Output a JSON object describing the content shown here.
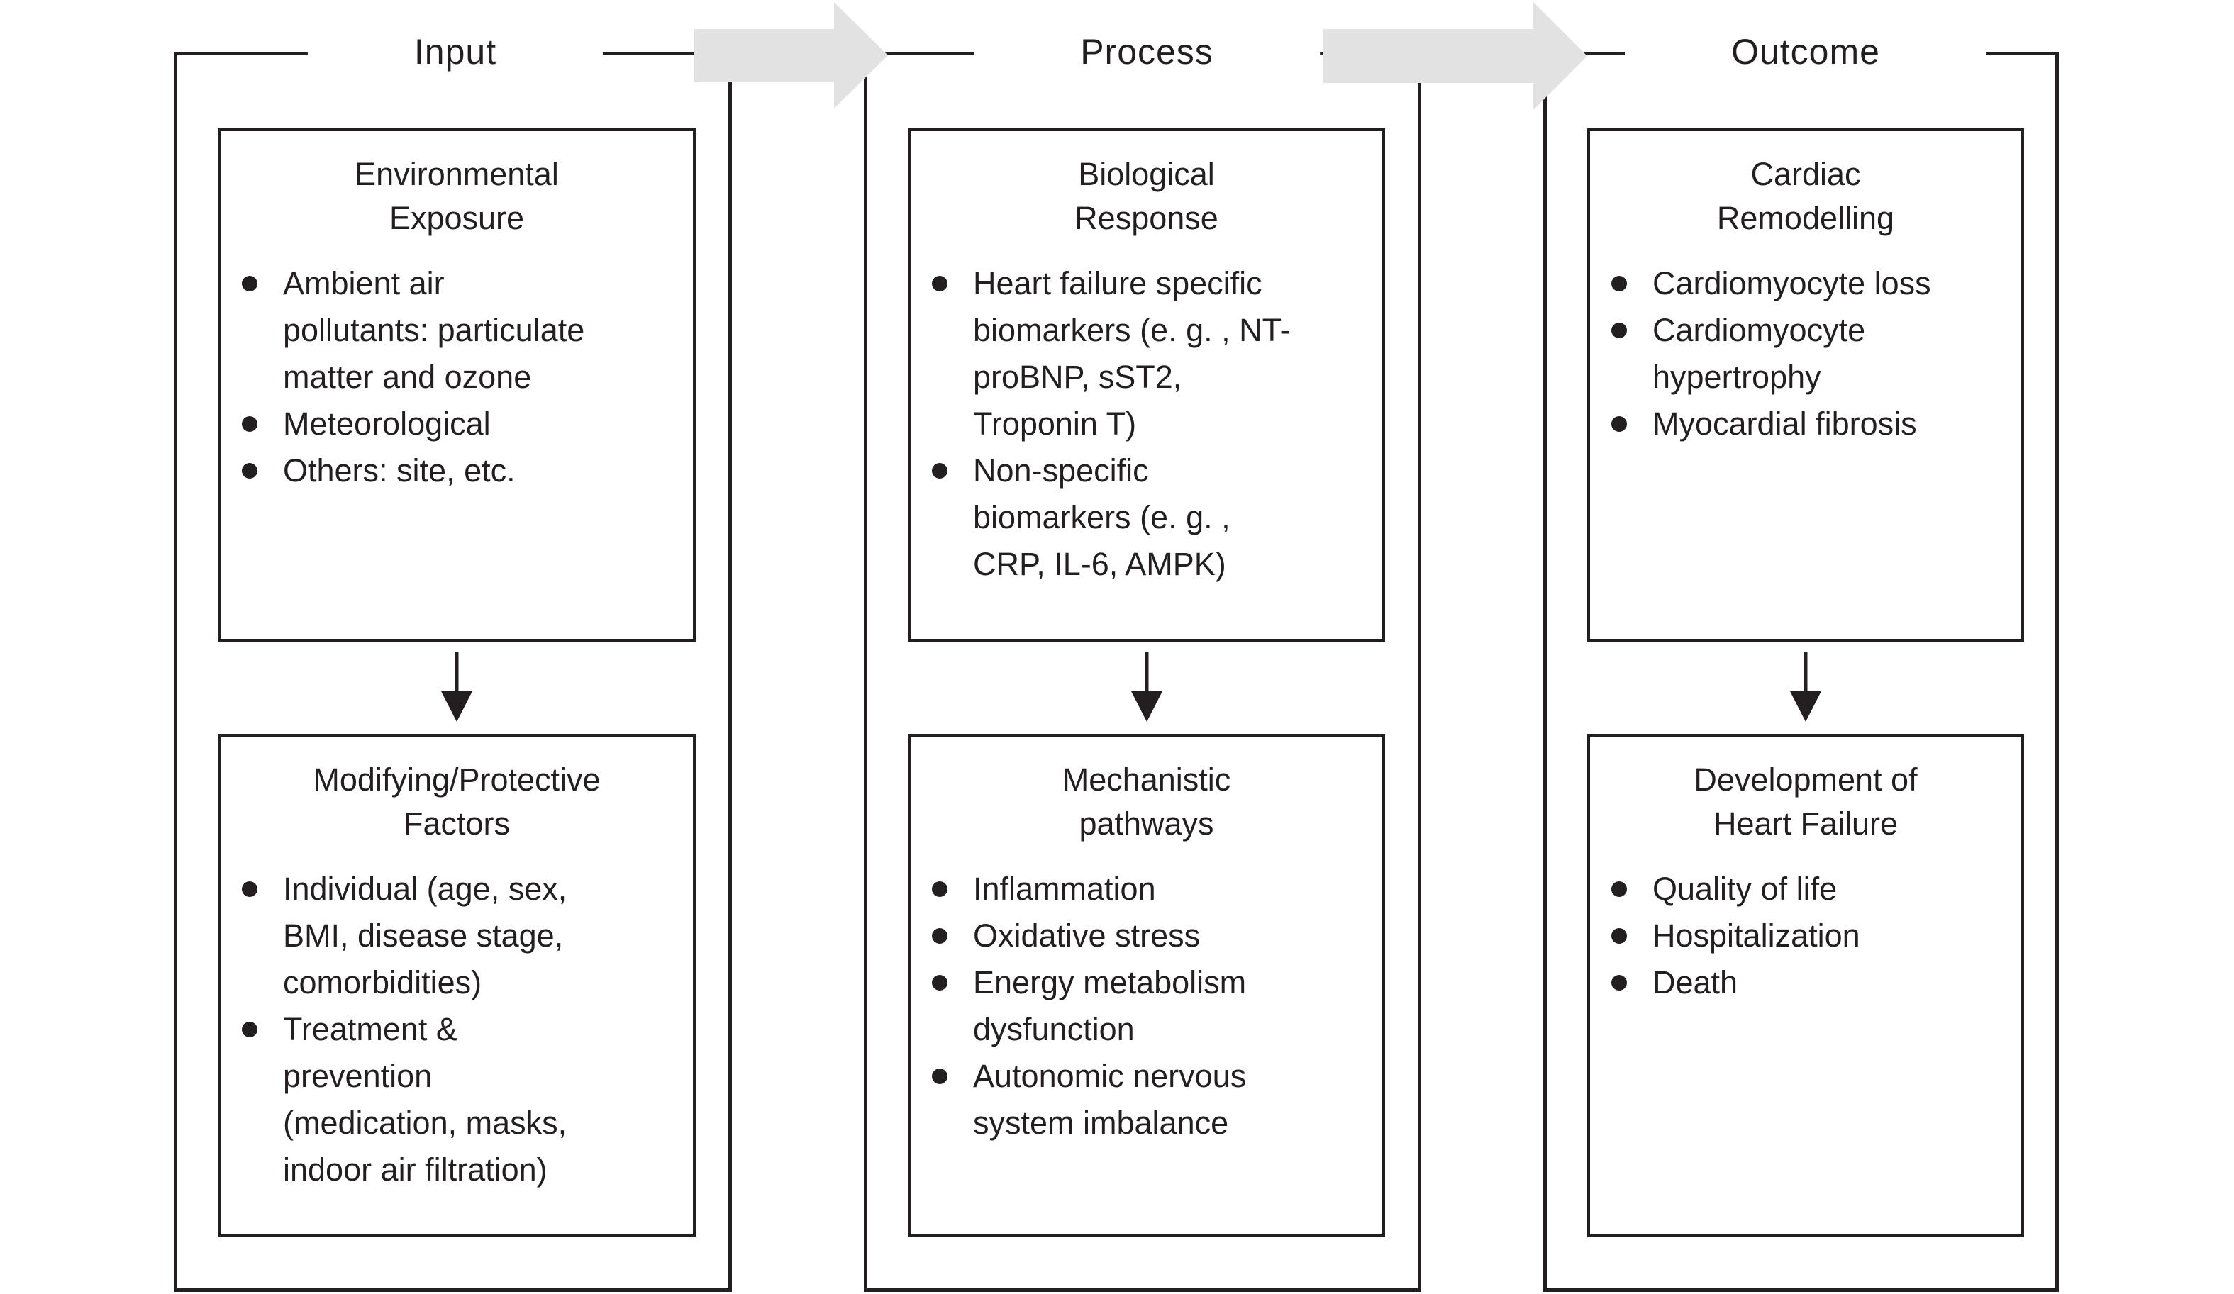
{
  "figure": {
    "background": "#ffffff",
    "line_color": "#231f20",
    "arrow_fill": "#e2e2e2",
    "columns": [
      {
        "header": "Input",
        "boxes": [
          {
            "title": "Environmental\nExposure",
            "items": [
              "Ambient air\npollutants: particulate\nmatter and ozone",
              "Meteorological",
              "Others: site, etc."
            ]
          },
          {
            "title": "Modifying/Protective\nFactors",
            "items": [
              "Individual (age, sex,\nBMI, disease stage,\ncomorbidities)",
              "Treatment &\nprevention\n(medication, masks,\nindoor air filtration)"
            ]
          }
        ]
      },
      {
        "header": "Process",
        "boxes": [
          {
            "title": "Biological\nResponse",
            "items": [
              "Heart failure specific\nbiomarkers (e. g. , NT-\nproBNP, sST2,\nTroponin T)",
              "Non-specific\nbiomarkers (e. g. ,\nCRP, IL-6, AMPK)"
            ]
          },
          {
            "title": "Mechanistic\npathways",
            "items": [
              "Inflammation",
              "Oxidative stress",
              "Energy metabolism\ndysfunction",
              "Autonomic nervous\nsystem imbalance"
            ]
          }
        ]
      },
      {
        "header": "Outcome",
        "boxes": [
          {
            "title": "Cardiac\nRemodelling",
            "items": [
              "Cardiomyocyte loss",
              "Cardiomyocyte\nhypertrophy",
              "Myocardial fibrosis"
            ]
          },
          {
            "title": "Development of\nHeart Failure",
            "items": [
              "Quality of life",
              "Hospitalization",
              "Death"
            ]
          }
        ]
      }
    ],
    "flow_arrows": [
      {
        "from": "Input",
        "to": "Process",
        "icon": "right-block-arrow"
      },
      {
        "from": "Process",
        "to": "Outcome",
        "icon": "right-block-arrow"
      }
    ],
    "step_arrows": [
      {
        "column": "Input",
        "icon": "down-arrow"
      },
      {
        "column": "Process",
        "icon": "down-arrow"
      },
      {
        "column": "Outcome",
        "icon": "down-arrow"
      }
    ]
  }
}
